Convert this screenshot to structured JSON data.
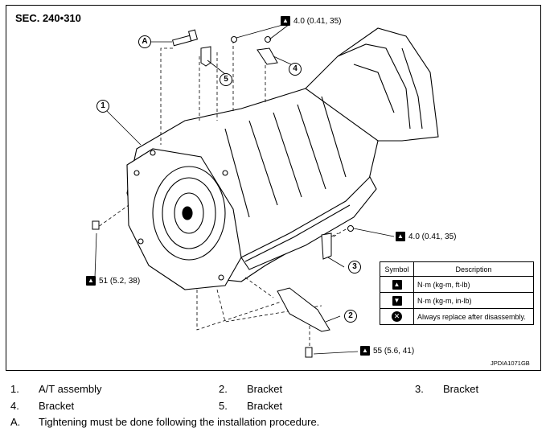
{
  "section_label": "SEC. 240•310",
  "figure_id": "JPDIA1071GB",
  "callouts": {
    "c1": "1",
    "c2": "2",
    "c3": "3",
    "c4": "4",
    "c5": "5",
    "cA": "A"
  },
  "torque_specs": {
    "top": "4.0 (0.41, 35)",
    "right": "4.0 (0.41, 35)",
    "left": "51 (5.2, 38)",
    "bottom": "55 (5.6, 41)"
  },
  "legend": {
    "header_symbol": "Symbol",
    "header_description": "Description",
    "rows": [
      {
        "icon": "torque-nm-ftlb-icon",
        "description": "N·m (kg-m, ft-lb)"
      },
      {
        "icon": "torque-nm-inlb-icon",
        "description": "N·m (kg-m, in-lb)"
      },
      {
        "icon": "replace-x-icon",
        "description": "Always replace after disassembly."
      }
    ]
  },
  "parts_list": [
    {
      "num": "1.",
      "name": "A/T assembly"
    },
    {
      "num": "2.",
      "name": "Bracket"
    },
    {
      "num": "3.",
      "name": "Bracket"
    },
    {
      "num": "4.",
      "name": "Bracket"
    },
    {
      "num": "5.",
      "name": "Bracket"
    }
  ],
  "note": {
    "letter": "A.",
    "text": "Tightening must be done following the installation procedure."
  }
}
